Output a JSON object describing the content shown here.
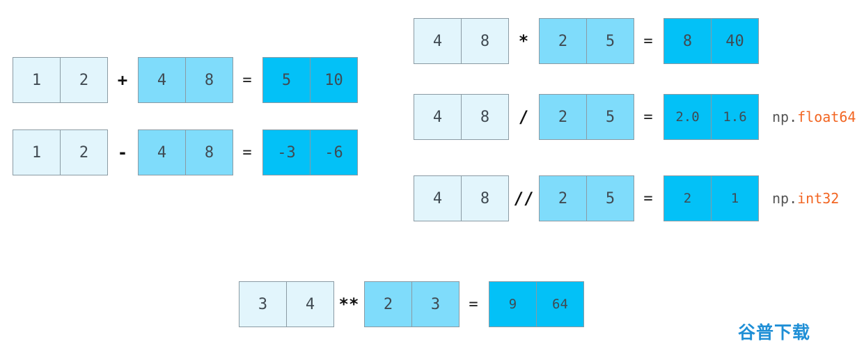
{
  "equations": [
    {
      "id": "add",
      "a": [
        "1",
        "2"
      ],
      "op": "+",
      "b": [
        "4",
        "8"
      ],
      "eq": "=",
      "result": [
        "5",
        "10"
      ],
      "dtype": null
    },
    {
      "id": "sub",
      "a": [
        "1",
        "2"
      ],
      "op": "-",
      "b": [
        "4",
        "8"
      ],
      "eq": "=",
      "result": [
        "-3",
        "-6"
      ],
      "dtype": null
    },
    {
      "id": "mul",
      "a": [
        "4",
        "8"
      ],
      "op": "*",
      "b": [
        "2",
        "5"
      ],
      "eq": "=",
      "result": [
        "8",
        "40"
      ],
      "dtype": null
    },
    {
      "id": "div",
      "a": [
        "4",
        "8"
      ],
      "op": "/",
      "b": [
        "2",
        "5"
      ],
      "eq": "=",
      "result": [
        "2.0",
        "1.6"
      ],
      "dtype": {
        "prefix": "np.",
        "name": "float64"
      }
    },
    {
      "id": "floordiv",
      "a": [
        "4",
        "8"
      ],
      "op": "//",
      "b": [
        "2",
        "5"
      ],
      "eq": "=",
      "result": [
        "2",
        "1"
      ],
      "dtype": {
        "prefix": "np.",
        "name": "int32"
      }
    },
    {
      "id": "pow",
      "a": [
        "3",
        "4"
      ],
      "op": "**",
      "b": [
        "2",
        "3"
      ],
      "eq": "=",
      "result": [
        "9",
        "64"
      ],
      "dtype": null
    }
  ],
  "colors": {
    "operand_a": "#e2f5fc",
    "operand_b": "#7fdcfb",
    "result": "#03c1f7",
    "dtype_keyword": "#f26522"
  },
  "watermark": "谷普下载"
}
